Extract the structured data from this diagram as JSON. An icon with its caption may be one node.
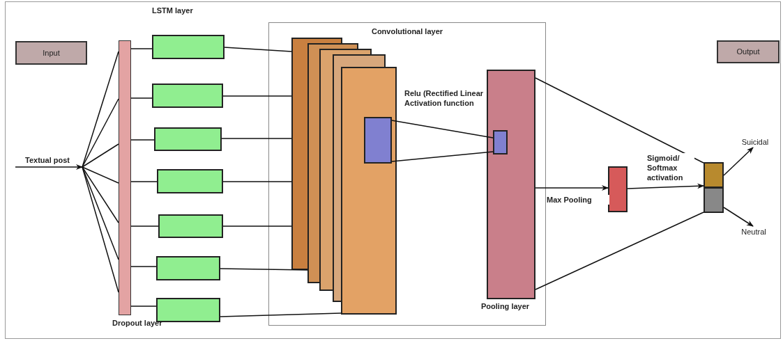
{
  "diagram": {
    "nodes": [
      {
        "text": [
          "Input"
        ]
      },
      {
        "text": [
          "Output"
        ]
      },
      {
        "text": [
          "Textual post"
        ]
      },
      {
        "text": [
          "Dropout layer"
        ]
      },
      {
        "text": [],
        "shape": "box"
      },
      {
        "text": [],
        "shape": "box"
      },
      {
        "text": [],
        "shape": "box"
      },
      {
        "text": [],
        "shape": "box"
      },
      {
        "text": [],
        "shape": "box"
      },
      {
        "text": [],
        "shape": "box"
      },
      {
        "text": [],
        "shape": "box"
      },
      {
        "text": [
          "Convolutional layer"
        ]
      },
      {
        "text": [],
        "shape": "box",
        "in": 11
      },
      {
        "text": [],
        "shape": "box",
        "in": 11
      },
      {
        "text": [],
        "shape": "box",
        "in": 11
      },
      {
        "text": [],
        "shape": "box",
        "in": 11
      },
      {
        "text": [],
        "shape": "box",
        "in": 11
      },
      {
        "text": [],
        "shape": "box",
        "in": 16
      },
      {
        "text": [
          "Pooling layer"
        ],
        "in": 11
      },
      {
        "text": [],
        "shape": "box",
        "in": 18
      },
      {
        "text": [],
        "shape": "box"
      },
      {
        "text": [],
        "shape": "box"
      },
      {
        "text": [],
        "shape": "box"
      },
      {
        "text": [
          "Suicidal"
        ]
      },
      {
        "text": [
          "Neutral"
        ]
      }
    ],
    "edges": [
      {
        "from": null,
        "to": 2,
        "arrow": "to"
      },
      {
        "from": 2,
        "to": 3,
        "arrow": "none"
      },
      {
        "from": 2,
        "to": 3,
        "arrow": "none"
      },
      {
        "from": 2,
        "to": 3,
        "arrow": "none"
      },
      {
        "from": 2,
        "to": 3,
        "arrow": "none"
      },
      {
        "from": 2,
        "to": 3,
        "arrow": "none"
      },
      {
        "from": 2,
        "to": 3,
        "arrow": "none"
      },
      {
        "from": 2,
        "to": 3,
        "arrow": "none"
      },
      {
        "from": 3,
        "to": 4,
        "arrow": "none"
      },
      {
        "from": 3,
        "to": 5,
        "arrow": "none"
      },
      {
        "from": 3,
        "to": 6,
        "arrow": "none"
      },
      {
        "from": 3,
        "to": 7,
        "arrow": "none"
      },
      {
        "from": 3,
        "to": 8,
        "arrow": "none"
      },
      {
        "from": 3,
        "to": 9,
        "arrow": "none"
      },
      {
        "from": 3,
        "to": 10,
        "arrow": "none"
      },
      {
        "from": 4,
        "to": 12,
        "arrow": "none"
      },
      {
        "from": 5,
        "to": 12,
        "arrow": "none"
      },
      {
        "from": 6,
        "to": 12,
        "arrow": "none"
      },
      {
        "from": 7,
        "to": 12,
        "arrow": "none"
      },
      {
        "from": 8,
        "to": 12,
        "arrow": "none"
      },
      {
        "from": 9,
        "to": 13,
        "arrow": "none"
      },
      {
        "from": 10,
        "to": 16,
        "arrow": "none"
      },
      {
        "from": 17,
        "to": 19,
        "arrow": "none"
      },
      {
        "from": 17,
        "to": 19,
        "arrow": "none"
      },
      {
        "from": 18,
        "to": 20,
        "arrow": "to",
        "label": "Max Pooling"
      },
      {
        "from": 20,
        "to": 21,
        "arrow": "to",
        "label": "Sigmoid/ Softmax activation"
      },
      {
        "from": 18,
        "to": 21,
        "arrow": "none"
      },
      {
        "from": 18,
        "to": 22,
        "arrow": "none"
      },
      {
        "from": 21,
        "to": 23,
        "arrow": "to"
      },
      {
        "from": 22,
        "to": 24,
        "arrow": "to"
      }
    ],
    "labels": [
      "LSTM layer",
      "Relu (Rectified Linear Activation function"
    ]
  }
}
